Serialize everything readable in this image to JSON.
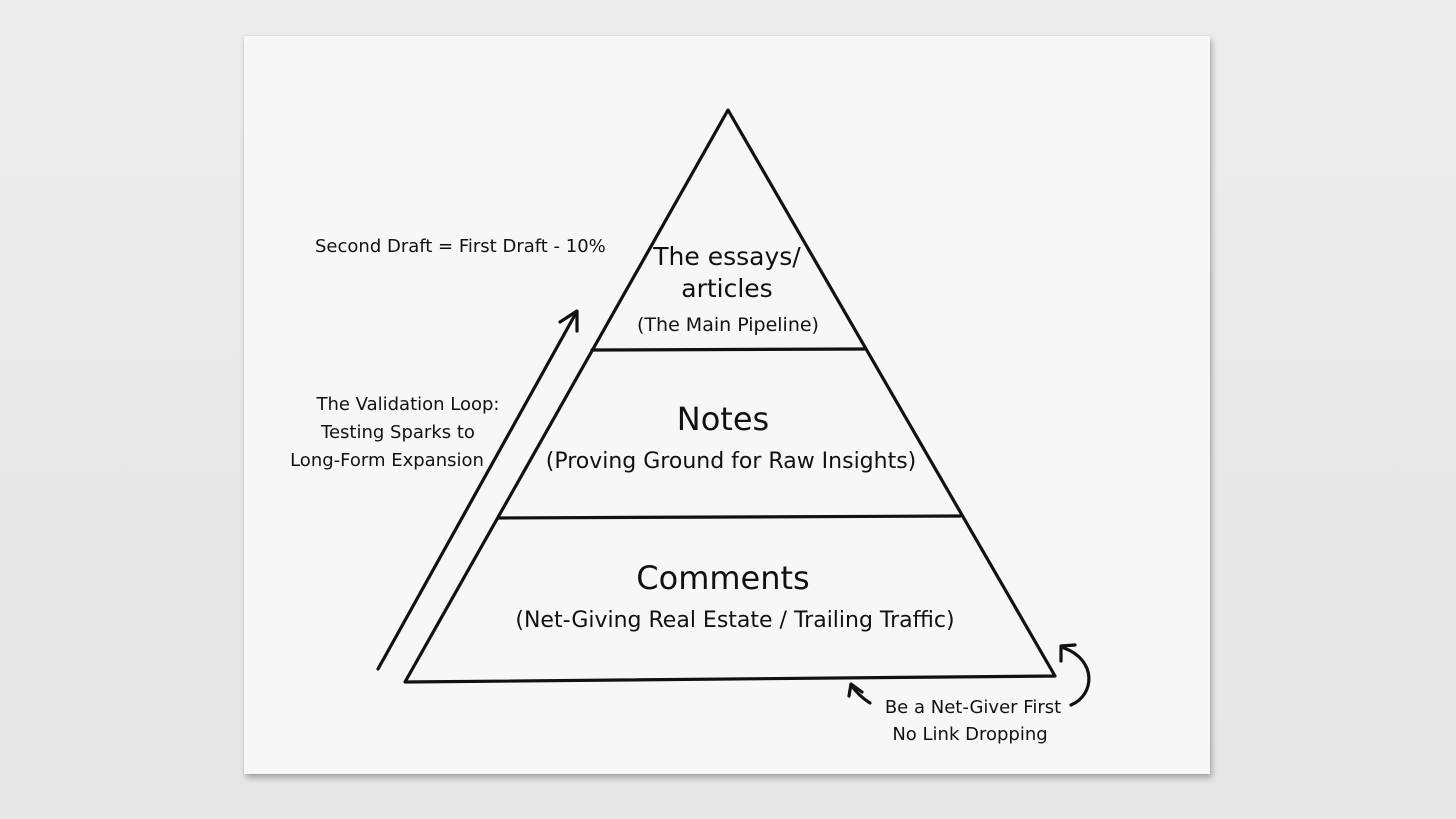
{
  "tiers": {
    "top": {
      "title_line1": "The essays/",
      "title_line2": "articles",
      "subtitle": "(The Main Pipeline)"
    },
    "middle": {
      "title": "Notes",
      "subtitle": "(Proving Ground for Raw Insights)"
    },
    "bottom": {
      "title": "Comments",
      "subtitle": "(Net-Giving Real Estate / Trailing Traffic)"
    }
  },
  "annotations": {
    "second_draft": "Second Draft = First Draft - 10%",
    "validation_line1": "The Validation Loop:",
    "validation_line2": "Testing Sparks to",
    "validation_line3": "Long-Form Expansion",
    "net_giver_line1": "Be a Net-Giver First",
    "net_giver_line2": "No Link Dropping"
  },
  "colors": {
    "ink": "#111111",
    "board": "#f7f7f7",
    "wall": "#e9e9e9"
  }
}
